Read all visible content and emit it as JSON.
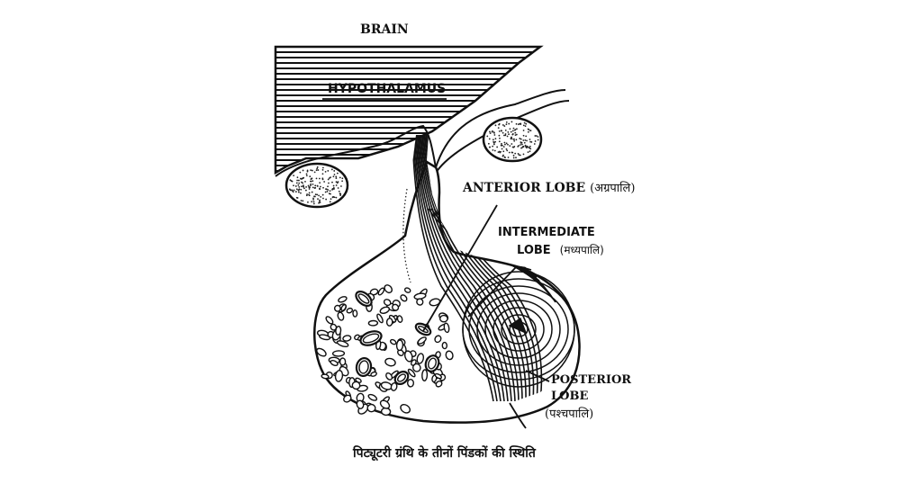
{
  "labels": {
    "brain": "BRAIN",
    "hypothalamus": "HYPOTHALAMUS",
    "anterior_lobe": "ANTERIOR LOBE",
    "anterior_lobe_hindi": "(अग्रपालि)",
    "intermediate_line1": "INTERMEDIATE",
    "intermediate_line2": "LOBE",
    "intermediate_hindi": "(मध्यपालि)",
    "posterior_line1": "POSTERIOR",
    "posterior_line2": "LOBE",
    "posterior_hindi": "(पश्चपालि)"
  },
  "caption": "पिट्यूटरी ग्रंथि के तीनों पिंडकों की स्थिति",
  "colors": {
    "ink": "#111111",
    "paper": "#ffffff"
  }
}
